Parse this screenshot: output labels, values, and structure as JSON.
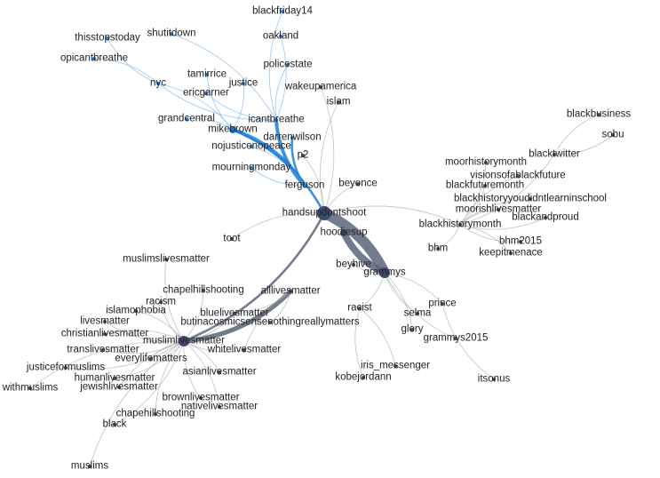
{
  "graph": {
    "title": "",
    "colors": {
      "thin_edge": "#a9a9a9",
      "blue_edge": "#1e7fd8",
      "light_blue_edge": "#6eb1ec",
      "dark_edge": "#5a657b",
      "node": "#3c4b68",
      "label": "#222222"
    },
    "nodes": [
      {
        "id": "blackfriday14",
        "label": "blackfriday14"
      },
      {
        "id": "thisstopstoday",
        "label": "thisstopstoday"
      },
      {
        "id": "shutitdown",
        "label": "shutitdown"
      },
      {
        "id": "oakland",
        "label": "oakland"
      },
      {
        "id": "opicantbreathe",
        "label": "opicantbreathe"
      },
      {
        "id": "policestate",
        "label": "policestate"
      },
      {
        "id": "tamirrice",
        "label": "tamirrice"
      },
      {
        "id": "nyc",
        "label": "nyc"
      },
      {
        "id": "justice",
        "label": "justice"
      },
      {
        "id": "wakeupamerica",
        "label": "wakeupamerica"
      },
      {
        "id": "ericgarner",
        "label": "ericgarner"
      },
      {
        "id": "islam",
        "label": "islam"
      },
      {
        "id": "grandcentral",
        "label": "grandcentral"
      },
      {
        "id": "icantbreathe",
        "label": "icantbreathe"
      },
      {
        "id": "mikebrown",
        "label": "mikebrown"
      },
      {
        "id": "darrenwilson",
        "label": "darrenwilson"
      },
      {
        "id": "nojusticenopeace",
        "label": "nojusticenopeace"
      },
      {
        "id": "p2",
        "label": "p2"
      },
      {
        "id": "mourningmonday",
        "label": "mourningmonday"
      },
      {
        "id": "ferguson",
        "label": "ferguson"
      },
      {
        "id": "beyonce",
        "label": "beyonce"
      },
      {
        "id": "handsupdontshoot",
        "label": "handsupdontshoot"
      },
      {
        "id": "hoodiesup",
        "label": "hoodiesup"
      },
      {
        "id": "toot",
        "label": "toot"
      },
      {
        "id": "beyhive",
        "label": "beyhive"
      },
      {
        "id": "grammys",
        "label": "grammys"
      },
      {
        "id": "blackbusiness",
        "label": "blackbusiness"
      },
      {
        "id": "sobu",
        "label": "sobu"
      },
      {
        "id": "blacktwitter",
        "label": "blacktwitter"
      },
      {
        "id": "moorhistorymonth",
        "label": "moorhistorymonth"
      },
      {
        "id": "visionsofablackfuture",
        "label": "visionsofablackfuture"
      },
      {
        "id": "blackfuturemonth",
        "label": "blackfuturemonth"
      },
      {
        "id": "blackhistoryyoudidntlearninschool",
        "label": "blackhistoryyoudidntlearninschool"
      },
      {
        "id": "moorishlivesmatter",
        "label": "moorishlivesmatter"
      },
      {
        "id": "blackandproud",
        "label": "blackandproud"
      },
      {
        "id": "blackhistorymonth",
        "label": "blackhistorymonth"
      },
      {
        "id": "bhm2015",
        "label": "bhm2015"
      },
      {
        "id": "bhm",
        "label": "bhm"
      },
      {
        "id": "keepitmenace",
        "label": "keepitmenace"
      },
      {
        "id": "muslimslivesmatter",
        "label": "muslimslivesmatter"
      },
      {
        "id": "chapelhillshooting",
        "label": "chapelhillshooting"
      },
      {
        "id": "alllivesmatter",
        "label": "alllivesmatter"
      },
      {
        "id": "racism",
        "label": "racism"
      },
      {
        "id": "islamophobia",
        "label": "islamophobia"
      },
      {
        "id": "bluelivesmatter",
        "label": "bluelivesmatter"
      },
      {
        "id": "livesmatter",
        "label": "livesmatter"
      },
      {
        "id": "butinacosmicsensenothingreallymatters",
        "label": "butinacosmicsensenothingreallymatters"
      },
      {
        "id": "christianlivesmatter",
        "label": "christianlivesmatter"
      },
      {
        "id": "muslimlivesmatter",
        "label": "muslimlivesmatter"
      },
      {
        "id": "whitelivesmatter",
        "label": "whitelivesmatter"
      },
      {
        "id": "translivesmatter",
        "label": "translivesmatter"
      },
      {
        "id": "everylifematters",
        "label": "everylifematters"
      },
      {
        "id": "justiceformuslims",
        "label": "justiceformuslims"
      },
      {
        "id": "withmuslims",
        "label": "withmuslims"
      },
      {
        "id": "humanlivesmatter",
        "label": "humanlivesmatter"
      },
      {
        "id": "asianlivesmatter",
        "label": "asianlivesmatter"
      },
      {
        "id": "jewishlivesmatter",
        "label": "jewishlivesmatter"
      },
      {
        "id": "brownlivesmatter",
        "label": "brownlivesmatter"
      },
      {
        "id": "nativelivesmatter",
        "label": "nativelivesmatter"
      },
      {
        "id": "chapehillshooting",
        "label": "chapehillshooting"
      },
      {
        "id": "black",
        "label": "black"
      },
      {
        "id": "muslims",
        "label": "muslims"
      },
      {
        "id": "racist",
        "label": "racist"
      },
      {
        "id": "prince",
        "label": "prince"
      },
      {
        "id": "selma",
        "label": "selma"
      },
      {
        "id": "glory",
        "label": "glory"
      },
      {
        "id": "grammys2015",
        "label": "grammys2015"
      },
      {
        "id": "iris_messenger",
        "label": "iris_messenger"
      },
      {
        "id": "kobejordann",
        "label": "kobejordann"
      },
      {
        "id": "itsonus",
        "label": "itsonus"
      }
    ],
    "edges": [
      {
        "source": "handsupdontshoot",
        "target": "grammys",
        "weight": 9
      },
      {
        "source": "hoodiesup",
        "target": "grammys",
        "weight": 6
      },
      {
        "source": "handsupdontshoot",
        "target": "muslimlivesmatter",
        "weight": 2
      },
      {
        "source": "muslimlivesmatter",
        "target": "alllivesmatter",
        "weight": 4
      },
      {
        "source": "mikebrown",
        "target": "ferguson",
        "weight": 3
      },
      {
        "source": "icantbreathe",
        "target": "ferguson",
        "weight": 3
      },
      {
        "source": "mikebrown",
        "target": "handsupdontshoot",
        "weight": 2
      },
      {
        "source": "darrenwilson",
        "target": "ferguson",
        "weight": 2
      },
      {
        "source": "nojusticenopeace",
        "target": "ferguson",
        "weight": 1
      },
      {
        "source": "mourningmonday",
        "target": "ferguson",
        "weight": 1
      },
      {
        "source": "nyc",
        "target": "mikebrown",
        "weight": 1
      },
      {
        "source": "nyc",
        "target": "icantbreathe",
        "weight": 1
      },
      {
        "source": "opicantbreathe",
        "target": "nyc",
        "weight": 1
      },
      {
        "source": "thisstopstoday",
        "target": "nyc",
        "weight": 1
      },
      {
        "source": "shutitdown",
        "target": "icantbreathe",
        "weight": 1
      },
      {
        "source": "ericgarner",
        "target": "icantbreathe",
        "weight": 1
      },
      {
        "source": "grandcentral",
        "target": "mikebrown",
        "weight": 1
      },
      {
        "source": "tamirrice",
        "target": "mikebrown",
        "weight": 1
      },
      {
        "source": "justice",
        "target": "mikebrown",
        "weight": 1
      },
      {
        "source": "policestate",
        "target": "icantbreathe",
        "weight": 1
      },
      {
        "source": "oakland",
        "target": "icantbreathe",
        "weight": 1
      },
      {
        "source": "blackfriday14",
        "target": "icantbreathe",
        "weight": 1
      },
      {
        "source": "wakeupamerica",
        "target": "handsupdontshoot",
        "weight": 1
      },
      {
        "source": "islam",
        "target": "handsupdontshoot",
        "weight": 1
      },
      {
        "source": "p2",
        "target": "handsupdontshoot",
        "weight": 1
      },
      {
        "source": "beyonce",
        "target": "handsupdontshoot",
        "weight": 1
      },
      {
        "source": "toot",
        "target": "handsupdontshoot",
        "weight": 1
      },
      {
        "source": "beyhive",
        "target": "grammys",
        "weight": 1
      },
      {
        "source": "grammys",
        "target": "prince",
        "weight": 1
      },
      {
        "source": "grammys",
        "target": "selma",
        "weight": 1
      },
      {
        "source": "grammys",
        "target": "glory",
        "weight": 1
      },
      {
        "source": "grammys",
        "target": "grammys2015",
        "weight": 1
      },
      {
        "source": "grammys",
        "target": "racist",
        "weight": 1
      },
      {
        "source": "prince",
        "target": "itsonus",
        "weight": 1
      },
      {
        "source": "racist",
        "target": "iris_messenger",
        "weight": 1
      },
      {
        "source": "racist",
        "target": "kobejordann",
        "weight": 1
      },
      {
        "source": "handsupdontshoot",
        "target": "blackhistorymonth",
        "weight": 1
      },
      {
        "source": "blackhistorymonth",
        "target": "blacktwitter",
        "weight": 1
      },
      {
        "source": "blacktwitter",
        "target": "blackbusiness",
        "weight": 1
      },
      {
        "source": "blacktwitter",
        "target": "sobu",
        "weight": 1
      },
      {
        "source": "blackhistorymonth",
        "target": "bhm",
        "weight": 1
      },
      {
        "source": "blackhistorymonth",
        "target": "bhm2015",
        "weight": 1
      },
      {
        "source": "blackhistorymonth",
        "target": "keepitmenace",
        "weight": 1
      },
      {
        "source": "blackhistorymonth",
        "target": "blackandproud",
        "weight": 1
      },
      {
        "source": "blackhistorymonth",
        "target": "moorishlivesmatter",
        "weight": 1
      },
      {
        "source": "blackhistorymonth",
        "target": "moorhistorymonth",
        "weight": 1
      },
      {
        "source": "blackhistorymonth",
        "target": "visionsofablackfuture",
        "weight": 1
      },
      {
        "source": "blackhistorymonth",
        "target": "blackfuturemonth",
        "weight": 1
      },
      {
        "source": "blackhistorymonth",
        "target": "blackhistoryyoudidntlearninschool",
        "weight": 1
      },
      {
        "source": "muslimlivesmatter",
        "target": "chapelhillshooting",
        "weight": 1
      },
      {
        "source": "muslimlivesmatter",
        "target": "muslimslivesmatter",
        "weight": 1
      },
      {
        "source": "muslimlivesmatter",
        "target": "bluelivesmatter",
        "weight": 1
      },
      {
        "source": "muslimlivesmatter",
        "target": "butinacosmicsensenothingreallymatters",
        "weight": 1
      },
      {
        "source": "muslimlivesmatter",
        "target": "whitelivesmatter",
        "weight": 1
      },
      {
        "source": "muslimlivesmatter",
        "target": "racism",
        "weight": 1
      },
      {
        "source": "muslimlivesmatter",
        "target": "islamophobia",
        "weight": 1
      },
      {
        "source": "muslimlivesmatter",
        "target": "livesmatter",
        "weight": 1
      },
      {
        "source": "muslimlivesmatter",
        "target": "christianlivesmatter",
        "weight": 1
      },
      {
        "source": "muslimlivesmatter",
        "target": "translivesmatter",
        "weight": 1
      },
      {
        "source": "muslimlivesmatter",
        "target": "everylifematters",
        "weight": 1
      },
      {
        "source": "muslimlivesmatter",
        "target": "justiceformuslims",
        "weight": 1
      },
      {
        "source": "muslimlivesmatter",
        "target": "withmuslims",
        "weight": 1
      },
      {
        "source": "muslimlivesmatter",
        "target": "humanlivesmatter",
        "weight": 1
      },
      {
        "source": "muslimlivesmatter",
        "target": "jewishlivesmatter",
        "weight": 1
      },
      {
        "source": "muslimlivesmatter",
        "target": "asianlivesmatter",
        "weight": 1
      },
      {
        "source": "muslimlivesmatter",
        "target": "brownlivesmatter",
        "weight": 1
      },
      {
        "source": "muslimlivesmatter",
        "target": "nativelivesmatter",
        "weight": 1
      },
      {
        "source": "muslimlivesmatter",
        "target": "chapehillshooting",
        "weight": 1
      },
      {
        "source": "muslimlivesmatter",
        "target": "black",
        "weight": 1
      },
      {
        "source": "muslimlivesmatter",
        "target": "muslims",
        "weight": 1
      },
      {
        "source": "alllivesmatter",
        "target": "bluelivesmatter",
        "weight": 1
      },
      {
        "source": "alllivesmatter",
        "target": "whitelivesmatter",
        "weight": 1
      },
      {
        "source": "alllivesmatter",
        "target": "butinacosmicsensenothingreallymatters",
        "weight": 1
      }
    ]
  }
}
